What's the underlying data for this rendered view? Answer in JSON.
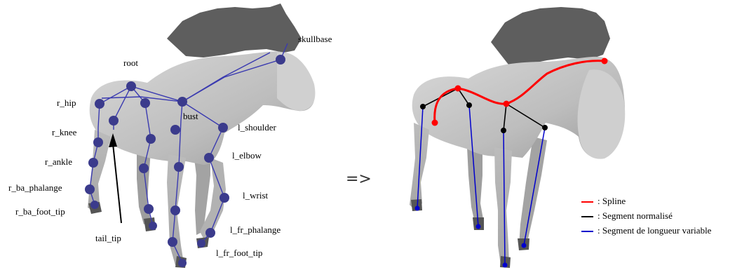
{
  "left_panel": {
    "labels": {
      "skullbase": "skullbase",
      "root": "root",
      "r_hip": "r_hip",
      "bust": "bust",
      "r_knee": "r_knee",
      "l_shoulder": "l_shoulder",
      "l_elbow": "l_elbow",
      "r_ankle": "r_ankle",
      "r_ba_phalange": "r_ba_phalange",
      "l_wrist": "l_wrist",
      "r_ba_foot_tip": "r_ba_foot_tip",
      "l_fr_phalange": "l_fr_phalange",
      "tail_tip": "tail_tip",
      "l_fr_foot_tip": "l_fr_foot_tip"
    }
  },
  "arrow": "=>",
  "legend": {
    "items": [
      {
        "label": ": Spline",
        "color": "#ff0000"
      },
      {
        "label": ": Segment normalisé",
        "color": "#000000"
      },
      {
        "label": ": Segment de longueur variable",
        "color": "#0000cc"
      }
    ]
  },
  "colors": {
    "horse_body": "#c4c4c4",
    "horse_dark": "#8c8c8c",
    "mane": "#5e5e5e",
    "joint": "#3b3b8c",
    "bone": "#3a3ab0"
  }
}
